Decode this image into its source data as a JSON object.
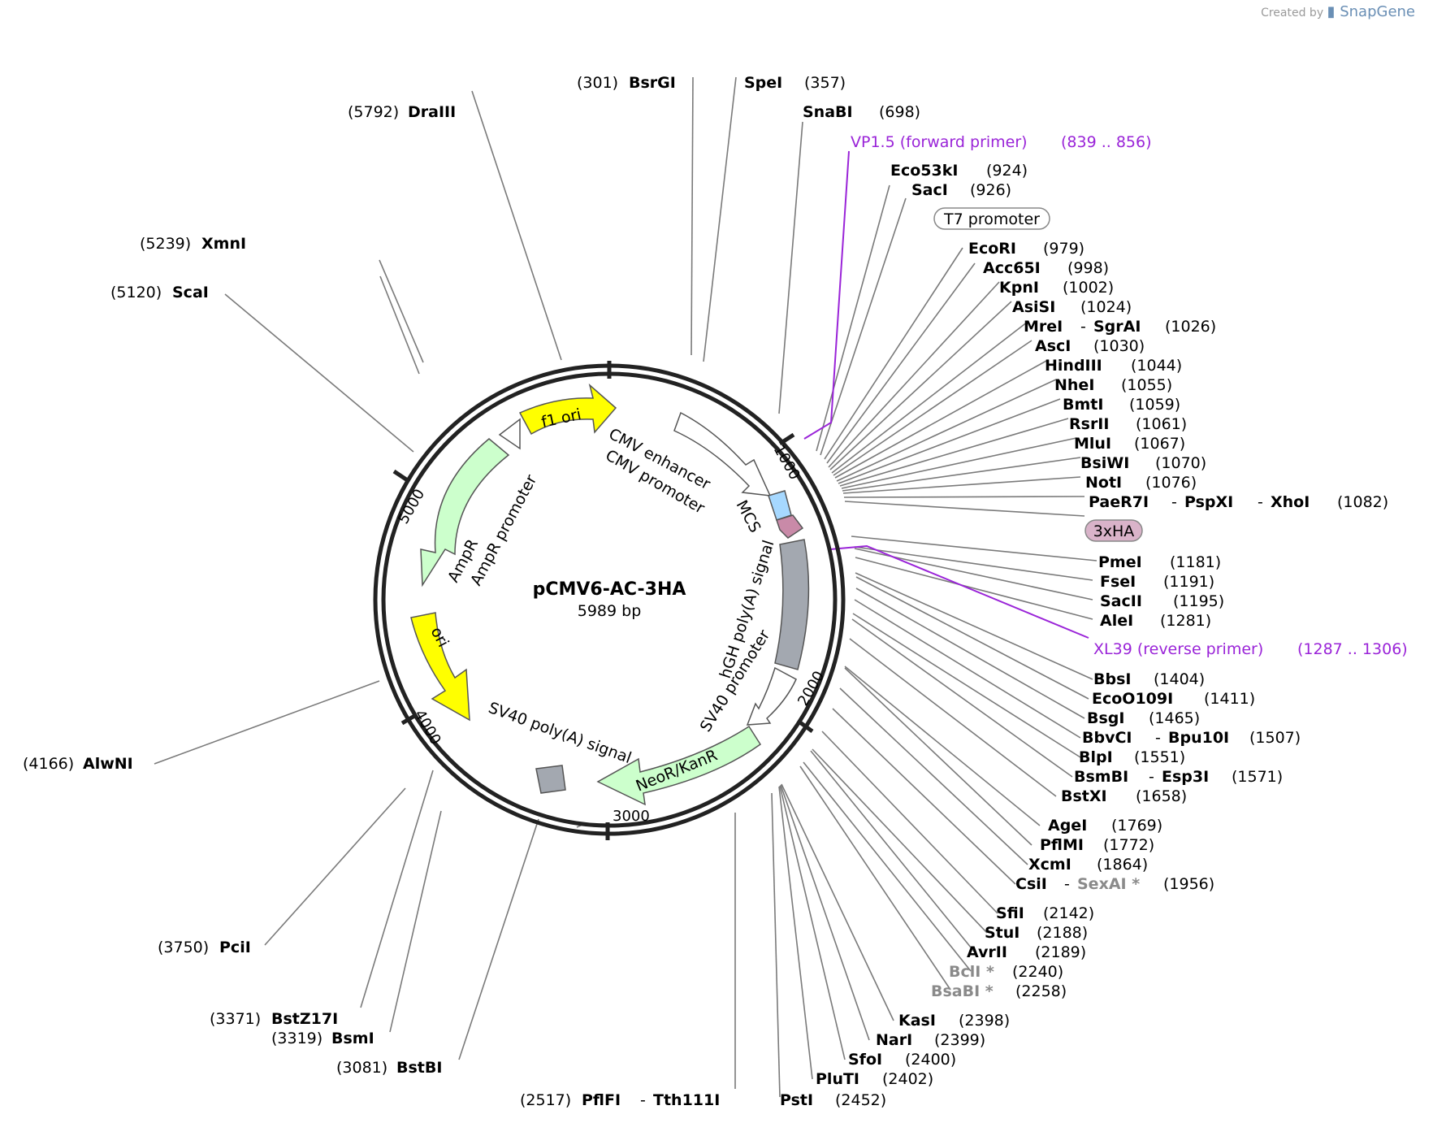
{
  "credit": {
    "prefix": "Created by",
    "brand": "SnapGene"
  },
  "plasmid": {
    "name": "pCMV6-AC-3HA",
    "length_label": "5989 bp"
  },
  "ticks": [
    {
      "label": "1000"
    },
    {
      "label": "2000"
    },
    {
      "label": "3000"
    },
    {
      "label": "4000"
    },
    {
      "label": "5000"
    }
  ],
  "features": [
    {
      "name": "f1 ori",
      "color": "#ffff00"
    },
    {
      "name": "AmpR promoter",
      "color": "#ffffff"
    },
    {
      "name": "AmpR",
      "color": "#ccffcc"
    },
    {
      "name": "ori",
      "color": "#ffff00"
    },
    {
      "name": "CMV enhancer",
      "color": "#ffffff"
    },
    {
      "name": "CMV promoter",
      "color": "#ffffff"
    },
    {
      "name": "MCS",
      "color": "#a6d8ff"
    },
    {
      "name": "hGH poly(A) signal",
      "color": "#a3a8b0"
    },
    {
      "name": "SV40 promoter",
      "color": "#ffffff"
    },
    {
      "name": "NeoR/KanR",
      "color": "#ccffcc"
    },
    {
      "name": "SV40 poly(A) signal",
      "color": "#a3a8b0"
    }
  ],
  "boxed_labels": [
    {
      "name": "T7 promoter",
      "fill": "#ffffff"
    },
    {
      "name": "3xHA",
      "fill": "#d9b3c9"
    }
  ],
  "primers": [
    {
      "name": "VP1.5 (forward primer)",
      "range": "(839 .. 856)"
    },
    {
      "name": "XL39 (reverse primer)",
      "range": "(1287 .. 1306)"
    }
  ],
  "sites_right": [
    {
      "name": "SnaBI",
      "pos": "(698)"
    },
    {
      "name": "Eco53kI",
      "pos": "(924)"
    },
    {
      "name": "SacI",
      "pos": "(926)"
    },
    {
      "name": "EcoRI",
      "pos": "(979)"
    },
    {
      "name": "Acc65I",
      "pos": "(998)"
    },
    {
      "name": "KpnI",
      "pos": "(1002)"
    },
    {
      "name": "AsiSI",
      "pos": "(1024)"
    },
    {
      "name": "MreI",
      "alt": "SgrAI",
      "pos": "(1026)"
    },
    {
      "name": "AscI",
      "pos": "(1030)"
    },
    {
      "name": "HindIII",
      "pos": "(1044)"
    },
    {
      "name": "NheI",
      "pos": "(1055)"
    },
    {
      "name": "BmtI",
      "pos": "(1059)"
    },
    {
      "name": "RsrII",
      "pos": "(1061)"
    },
    {
      "name": "MluI",
      "pos": "(1067)"
    },
    {
      "name": "BsiWI",
      "pos": "(1070)"
    },
    {
      "name": "NotI",
      "pos": "(1076)"
    },
    {
      "name": "PaeR7I",
      "alt": "PspXI",
      "alt2": "XhoI",
      "pos": "(1082)"
    },
    {
      "name": "PmeI",
      "pos": "(1181)"
    },
    {
      "name": "FseI",
      "pos": "(1191)"
    },
    {
      "name": "SacII",
      "pos": "(1195)"
    },
    {
      "name": "AleI",
      "pos": "(1281)"
    },
    {
      "name": "BbsI",
      "pos": "(1404)"
    },
    {
      "name": "EcoO109I",
      "pos": "(1411)"
    },
    {
      "name": "BsgI",
      "pos": "(1465)"
    },
    {
      "name": "BbvCI",
      "alt": "Bpu10I",
      "pos": "(1507)"
    },
    {
      "name": "BlpI",
      "pos": "(1551)"
    },
    {
      "name": "BsmBI",
      "alt": "Esp3I",
      "pos": "(1571)"
    },
    {
      "name": "BstXI",
      "pos": "(1658)"
    },
    {
      "name": "AgeI",
      "pos": "(1769)"
    },
    {
      "name": "PflMI",
      "pos": "(1772)"
    },
    {
      "name": "XcmI",
      "pos": "(1864)"
    },
    {
      "name": "CsiI",
      "alt": "SexAI *",
      "pos": "(1956)"
    },
    {
      "name": "SfiI",
      "pos": "(2142)"
    },
    {
      "name": "StuI",
      "pos": "(2188)"
    },
    {
      "name": "AvrII",
      "pos": "(2189)"
    },
    {
      "name": "BclI *",
      "pos": "(2240)"
    },
    {
      "name": "BsaBI *",
      "pos": "(2258)"
    },
    {
      "name": "KasI",
      "pos": "(2398)"
    },
    {
      "name": "NarI",
      "pos": "(2399)"
    },
    {
      "name": "SfoI",
      "pos": "(2400)"
    },
    {
      "name": "PluTI",
      "pos": "(2402)"
    },
    {
      "name": "PstI",
      "pos": "(2452)"
    }
  ],
  "sites_left": [
    {
      "name": "BsrGI",
      "pos": "(301)"
    },
    {
      "name": "DraIII",
      "pos": "(5792)"
    },
    {
      "name": "XmnI",
      "pos": "(5239)"
    },
    {
      "name": "ScaI",
      "pos": "(5120)"
    },
    {
      "name": "AlwNI",
      "pos": "(4166)"
    },
    {
      "name": "PciI",
      "pos": "(3750)"
    },
    {
      "name": "BstZ17I",
      "pos": "(3371)"
    },
    {
      "name": "BsmI",
      "pos": "(3319)"
    },
    {
      "name": "BstBI",
      "pos": "(3081)"
    },
    {
      "name": "PflFI",
      "alt": "Tth111I",
      "pos": "(2517)"
    }
  ],
  "sites_top": [
    {
      "name": "SpeI",
      "pos": "(357)"
    }
  ]
}
